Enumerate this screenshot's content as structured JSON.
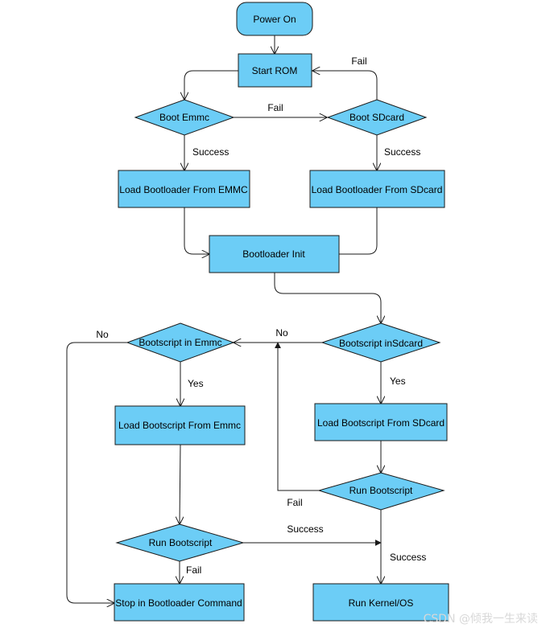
{
  "nodes": {
    "power_on": "Power On",
    "start_rom": "Start ROM",
    "boot_emmc": "Boot Emmc",
    "boot_sdcard": "Boot SDcard",
    "load_bl_emmc": "Load Bootloader From EMMC",
    "load_bl_sdcard": "Load Bootloader From SDcard",
    "bl_init": "Bootloader Init",
    "bs_in_sdcard": "Bootscript inSdcard",
    "bs_in_emmc": "Bootscript in Emmc",
    "load_bs_emmc": "Load Bootscript From Emmc",
    "load_bs_sdcard": "Load Bootscript From SDcard",
    "run_bs_right": "Run Bootscript",
    "run_bs_left": "Run Bootscript",
    "stop_bl_cmd": "Stop in Bootloader Command",
    "run_kernel": "Run Kernel/OS"
  },
  "edge_labels": {
    "sdcard_fail": "Fail",
    "emmc_fail": "Fail",
    "emmc_success": "Success",
    "sdcard_success": "Success",
    "emmc_bs_no": "No",
    "sdcard_bs_no": "No",
    "emmc_bs_yes": "Yes",
    "sdcard_bs_yes": "Yes",
    "right_run_fail": "Fail",
    "left_run_fail": "Fail",
    "left_run_success": "Success",
    "right_run_success": "Success"
  },
  "watermark": "CSDN @倾我一生来读",
  "colors": {
    "node_fill": "#6ccdf6",
    "stroke": "#1a1a1a"
  }
}
